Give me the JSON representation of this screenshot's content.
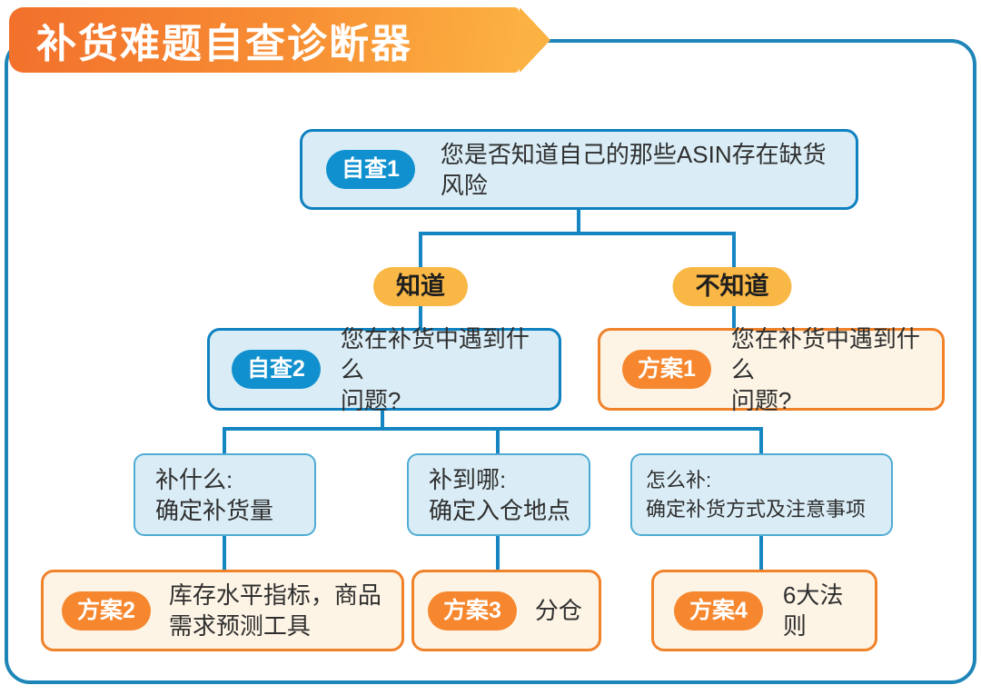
{
  "title": "补货难题自查诊断器",
  "colors": {
    "banner_gradient_start": "#f2702c",
    "banner_gradient_end": "#fcb242",
    "card_border": "#1e85b8",
    "connector_blue": "#1686c3",
    "box_blue_bg": "#daedf6",
    "box_blue_border": "#0f81c0",
    "badge_blue": "#1090ce",
    "badge_yellow": "#f9b845",
    "box_orange_bg": "#fdf4e5",
    "box_orange_border": "#f0822a",
    "badge_orange": "#f6872e",
    "text_dark": "#2f2f2f"
  },
  "flow": {
    "check1": {
      "badge": "自查1",
      "text": "您是否知道自己的那些ASIN存在缺货风险"
    },
    "branch_know": "知道",
    "branch_unknow": "不知道",
    "check2": {
      "badge": "自查2",
      "line1": "您在补货中遇到什么",
      "line2": "问题?"
    },
    "plan1": {
      "badge": "方案1",
      "line1": "您在补货中遇到什么",
      "line2": "问题?"
    },
    "what": {
      "line1": "补什么:",
      "line2": "确定补货量"
    },
    "where": {
      "line1": "补到哪:",
      "line2": "确定入仓地点"
    },
    "how": {
      "line1": "怎么补:",
      "line2": "确定补货方式及注意事项"
    },
    "plan2": {
      "badge": "方案2",
      "line1": "库存水平指标，商品",
      "line2": "需求预测工具"
    },
    "plan3": {
      "badge": "方案3",
      "text": "分仓"
    },
    "plan4": {
      "badge": "方案4",
      "text": "6大法则"
    }
  }
}
